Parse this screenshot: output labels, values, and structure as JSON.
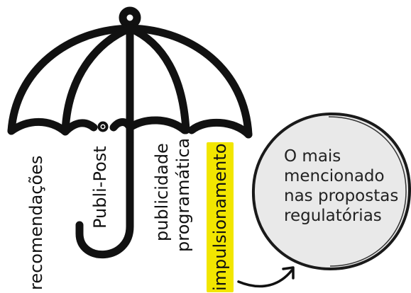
{
  "colors": {
    "stroke": "#111111",
    "highlight": "#f2e600",
    "circle_fill": "#e9e9e9"
  },
  "icons": {
    "umbrella": "umbrella-icon",
    "arrow": "curved-arrow-icon"
  },
  "labels": {
    "recomendacoes": "recomendações",
    "publi_post": "Publi-Post",
    "publicidade": "publicidade",
    "programatica": "programática",
    "impulsionamento": "impulsionamento"
  },
  "callout": {
    "line1": "O mais",
    "line2": "mencionado",
    "line3": "nas propostas",
    "line4": "regulatórias"
  }
}
